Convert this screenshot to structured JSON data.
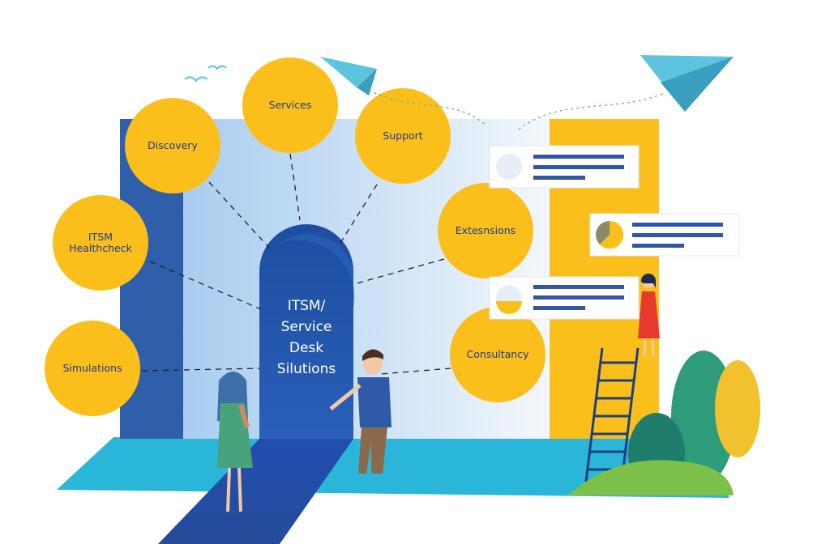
{
  "center": {
    "lines": [
      "ITSM/",
      "Service",
      "Desk",
      "Silutions"
    ]
  },
  "nodes": [
    {
      "id": "services",
      "lines": [
        "Services"
      ]
    },
    {
      "id": "discovery",
      "lines": [
        "Discovery"
      ]
    },
    {
      "id": "support",
      "lines": [
        "Support"
      ]
    },
    {
      "id": "healthcheck",
      "lines": [
        "ITSM",
        "Healthcheck"
      ]
    },
    {
      "id": "extensions",
      "lines": [
        "Extesnsions"
      ]
    },
    {
      "id": "simulations",
      "lines": [
        "Simulations"
      ]
    },
    {
      "id": "consultancy",
      "lines": [
        "Consultancy"
      ]
    }
  ],
  "colors": {
    "node_fill": "#fbbf1c",
    "node_text": "#1f3a8a",
    "wall_dark": "#2f5eab",
    "wall_light": "#b9d7f2",
    "floor": "#29b6d9",
    "panel_yellow": "#fbbf1c",
    "card_bar": "#2f56a8",
    "plane": "#5cc4dd"
  }
}
